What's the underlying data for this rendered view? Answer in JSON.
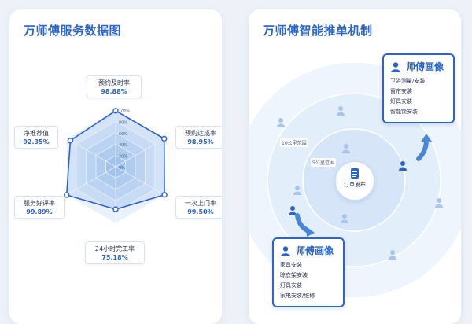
{
  "left": {
    "title": "万师傅服务数据图",
    "grid_labels": [
      "100%",
      "80%",
      "60%",
      "40%",
      "20%",
      "0%"
    ],
    "metrics": [
      {
        "name": "预约及时率",
        "value": "98.88%",
        "fraction": 0.9888
      },
      {
        "name": "预约达成率",
        "value": "98.95%",
        "fraction": 0.9895
      },
      {
        "name": "一次上门率",
        "value": "99.50%",
        "fraction": 0.995
      },
      {
        "name": "24小时完工率",
        "value": "75.18%",
        "fraction": 0.7518
      },
      {
        "name": "服务好评率",
        "value": "99.89%",
        "fraction": 0.9989
      },
      {
        "name": "净推荐值",
        "value": "92.35%",
        "fraction": 0.9235
      }
    ],
    "colors": {
      "accent": "#2d64c8",
      "fill": "#c9dcf5"
    }
  },
  "right": {
    "title": "万师傅智能推单机制",
    "ring_outer_label": "10公里范围",
    "ring_inner_label": "5公里范围",
    "center_label": "订单发布",
    "profile_top": {
      "title": "师傅画像",
      "items": [
        "卫浴测量/安装",
        "窗帘安装",
        "灯具安装",
        "智能锁安装"
      ]
    },
    "profile_bottom": {
      "title": "师傅画像",
      "items": [
        "家具安装",
        "晾衣架安装",
        "灯具安装",
        "家电安装/维修"
      ]
    },
    "colors": {
      "accent": "#2d64c8",
      "ring": "#e6f0fb"
    }
  }
}
